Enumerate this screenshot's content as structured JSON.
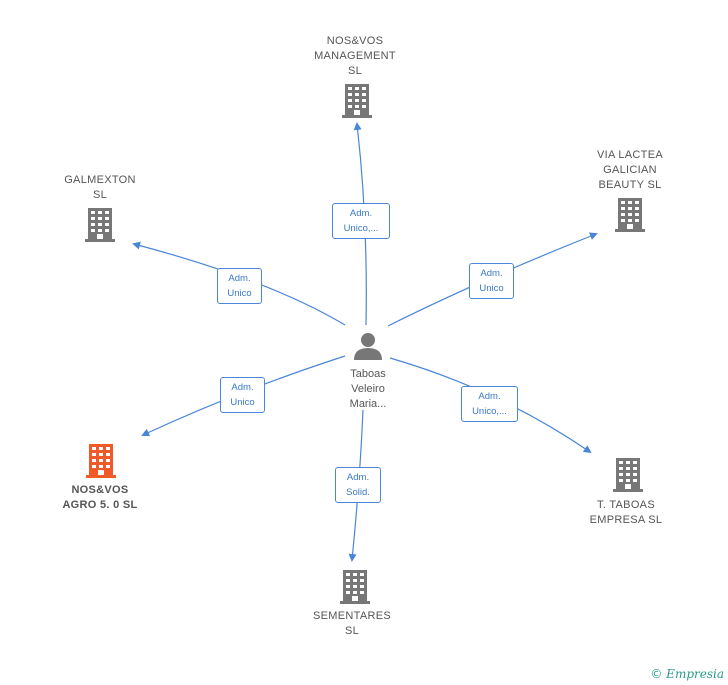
{
  "center": {
    "label": "Taboas\nVeleiro\nMaria..."
  },
  "nodes": [
    {
      "id": "nosvos-management",
      "label": "NOS&VOS\nMANAGEMENT\nSL",
      "color": "#777777"
    },
    {
      "id": "galmexton",
      "label": "GALMEXTON\nSL",
      "color": "#777777"
    },
    {
      "id": "via-lactea",
      "label": "VIA LACTEA\nGALICIAN\nBEAUTY  SL",
      "color": "#777777"
    },
    {
      "id": "nosvos-agro",
      "label": "NOS&VOS\nAGRO 5. 0  SL",
      "color": "#f05a28"
    },
    {
      "id": "taboas-empresa",
      "label": "T.  TABOAS\nEMPRESA SL",
      "color": "#777777"
    },
    {
      "id": "sementares",
      "label": "SEMENTARES\nSL",
      "color": "#777777"
    }
  ],
  "edges": [
    {
      "to": "nosvos-management",
      "label": "Adm.\nUnico,..."
    },
    {
      "to": "galmexton",
      "label": "Adm.\nUnico"
    },
    {
      "to": "via-lactea",
      "label": "Adm.\nUnico"
    },
    {
      "to": "nosvos-agro",
      "label": "Adm.\nUnico"
    },
    {
      "to": "taboas-empresa",
      "label": "Adm.\nUnico,..."
    },
    {
      "to": "sementares",
      "label": "Adm.\nSolid."
    }
  ],
  "colors": {
    "edge": "#4a86d8",
    "building": "#777777",
    "highlight": "#f05a28",
    "person": "#777777"
  },
  "watermark": {
    "symbol": "©",
    "text": "mpresia",
    "initial": "E"
  }
}
